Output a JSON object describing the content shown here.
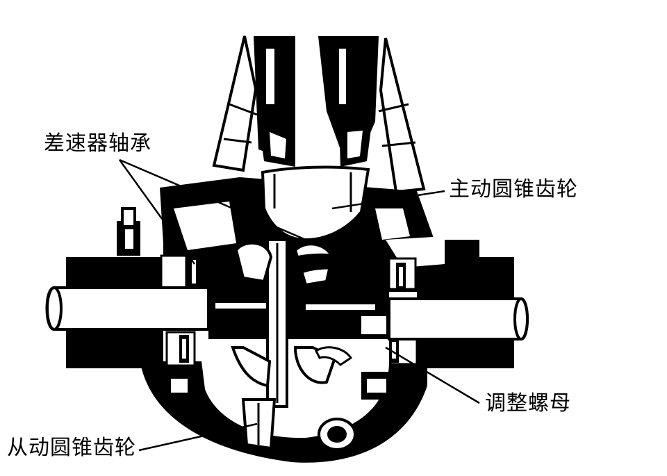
{
  "colors": {
    "ink": "#000000",
    "paper": "#ffffff"
  },
  "labels": {
    "differential_bearing": "差速器轴承",
    "drive_bevel_gear": "主动圆锥齿轮",
    "adjusting_nut": "调整螺母",
    "driven_bevel_gear": "从动圆锥齿轮"
  }
}
